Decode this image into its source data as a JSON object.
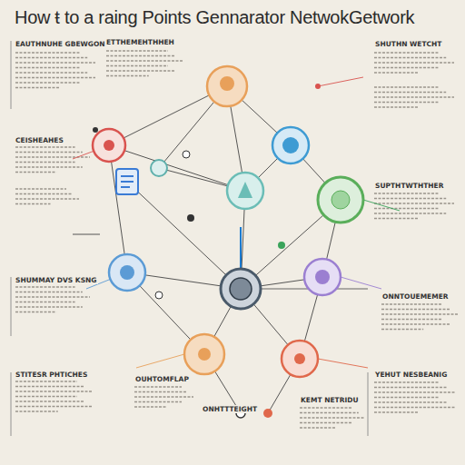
{
  "diagram": {
    "title": "How ŧ to a raing Points Gennarator NetwokGetwork",
    "labels": [
      "EAUTHNUHE GBEWGON",
      "ETTHEMEHTHHEH",
      "SHUTHN WETCHT",
      "CEISHEAHES",
      "SUPTHTWTHTHER",
      "SHUMMAY DVS KSNG",
      "ONNTOUEMEMER",
      "STITESR PHTICHES",
      "OUHTOMFLAP",
      "ONHTTTEIGHT",
      "KEMT NETRIDU",
      "YEHUT NESBEANIG"
    ]
  }
}
